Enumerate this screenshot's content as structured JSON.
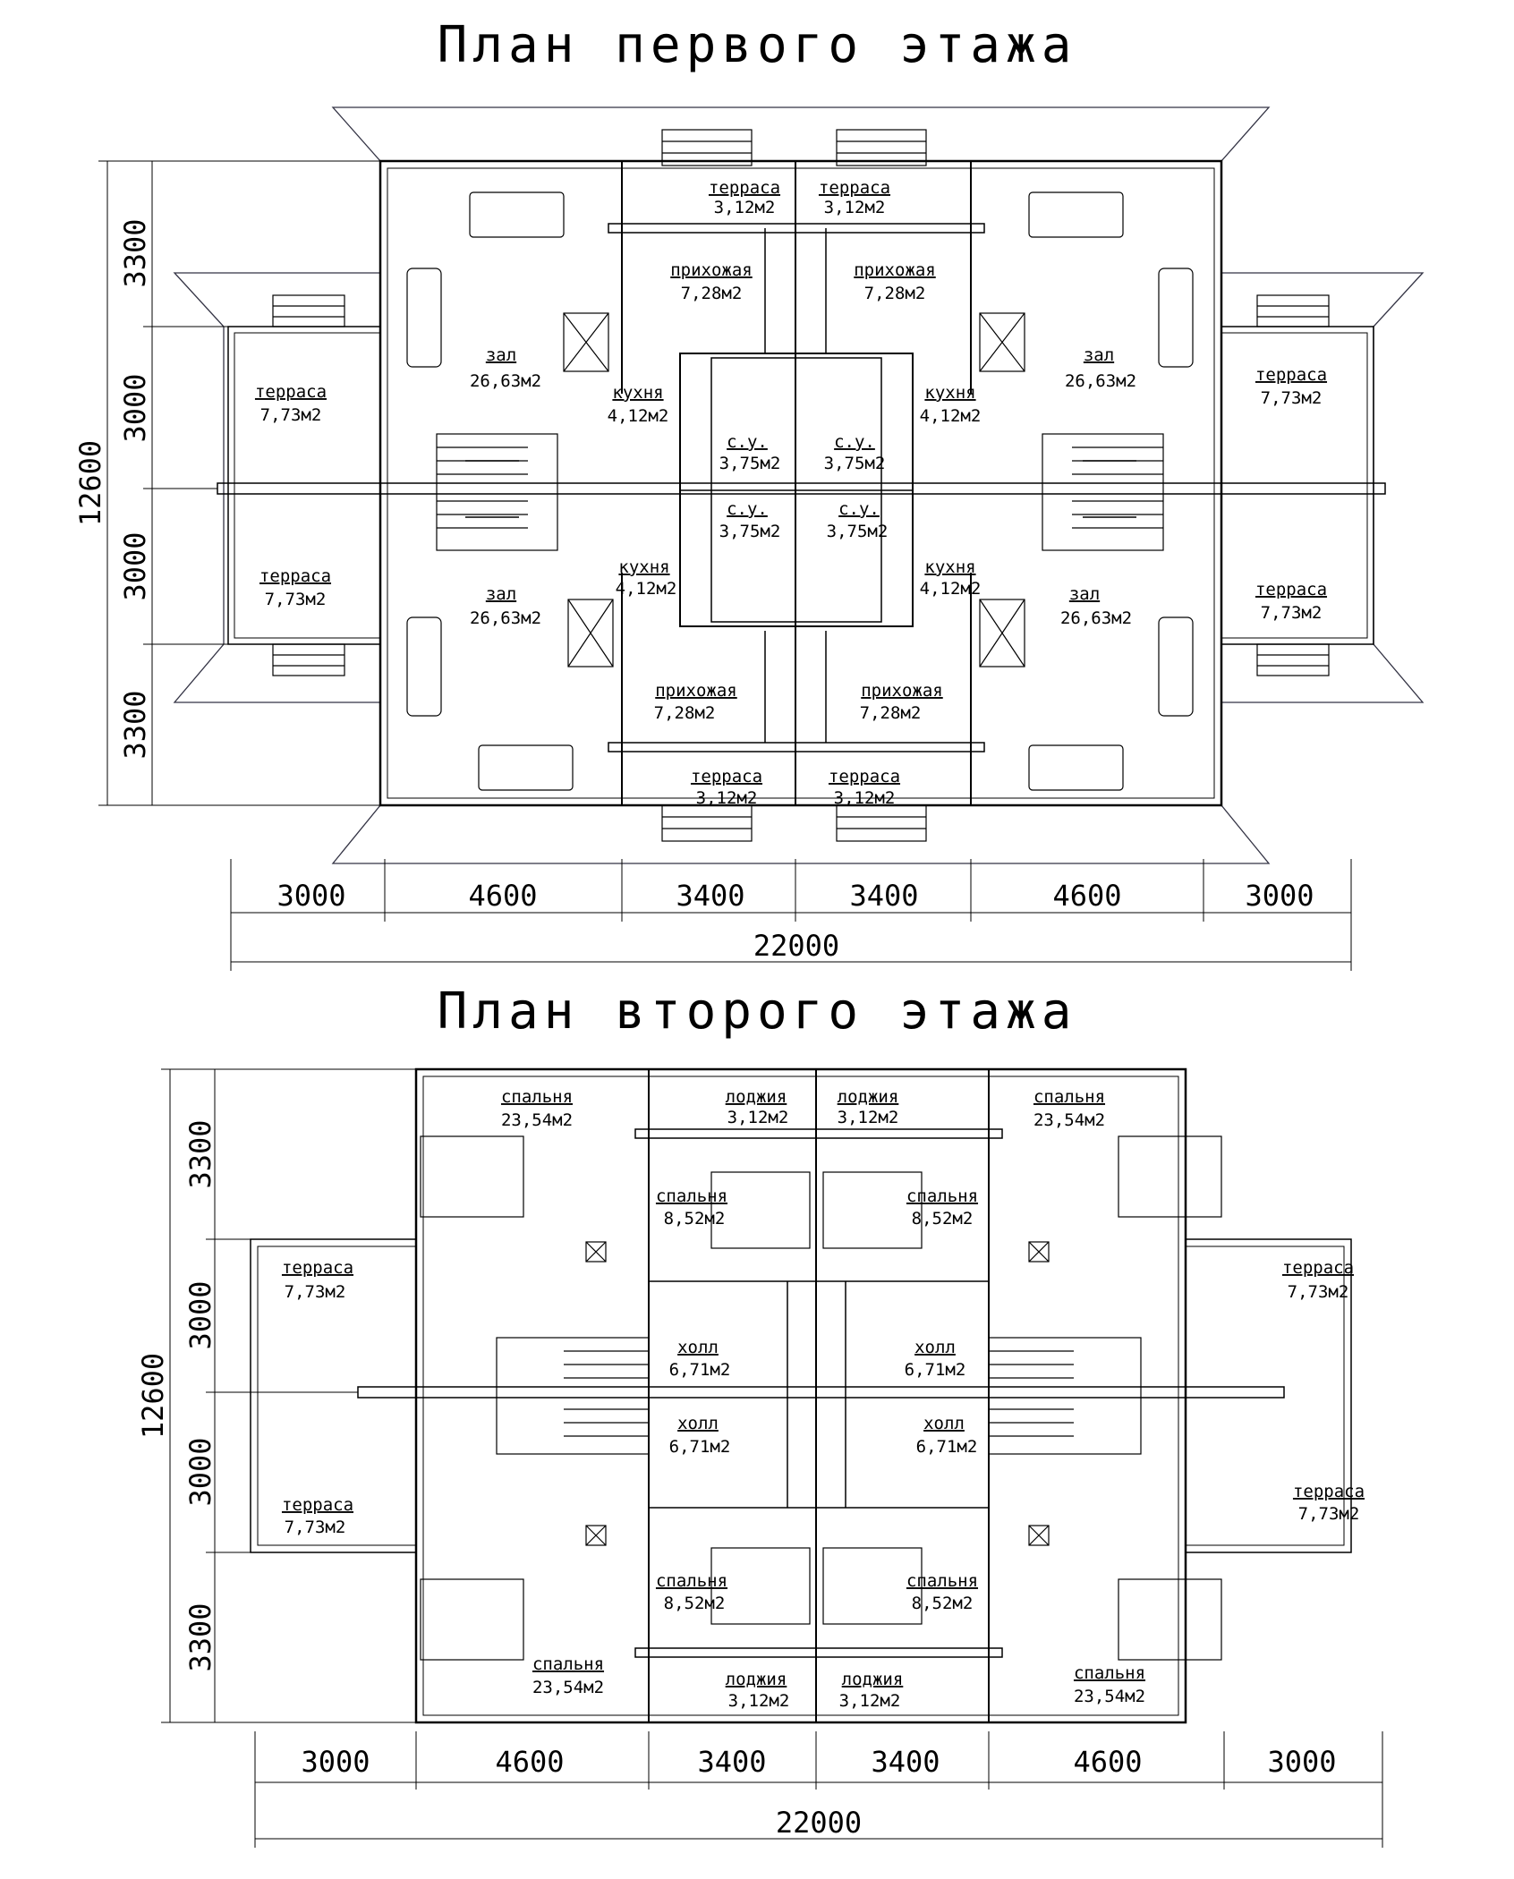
{
  "titles": {
    "first_floor": "План первого этажа",
    "second_floor": "План второго этажа"
  },
  "first_floor": {
    "rooms": [
      {
        "id": "f1-terrace-top-l",
        "name": "терраса",
        "area": "3,12м2"
      },
      {
        "id": "f1-terrace-top-r",
        "name": "терраса",
        "area": "3,12м2"
      },
      {
        "id": "f1-hall-top-l",
        "name": "прихожая",
        "area": "7,28м2"
      },
      {
        "id": "f1-hall-top-r",
        "name": "прихожая",
        "area": "7,28м2"
      },
      {
        "id": "f1-zal-top-l",
        "name": "зал",
        "area": "26,63м2"
      },
      {
        "id": "f1-zal-top-r",
        "name": "зал",
        "area": "26,63м2"
      },
      {
        "id": "f1-terrace-side-tl",
        "name": "терраса",
        "area": "7,73м2"
      },
      {
        "id": "f1-terrace-side-tr",
        "name": "терраса",
        "area": "7,73м2"
      },
      {
        "id": "f1-kitchen-top-l",
        "name": "кухня",
        "area": "4,12м2"
      },
      {
        "id": "f1-kitchen-top-r",
        "name": "кухня",
        "area": "4,12м2"
      },
      {
        "id": "f1-wc-top-l",
        "name": "с.у.",
        "area": "3,75м2"
      },
      {
        "id": "f1-wc-top-r",
        "name": "с.у.",
        "area": "3,75м2"
      },
      {
        "id": "f1-wc-bot-l",
        "name": "с.у.",
        "area": "3,75м2"
      },
      {
        "id": "f1-wc-bot-r",
        "name": "с.у.",
        "area": "3,75м2"
      },
      {
        "id": "f1-kitchen-bot-l",
        "name": "кухня",
        "area": "4,12м2"
      },
      {
        "id": "f1-kitchen-bot-r",
        "name": "кухня",
        "area": "4,12м2"
      },
      {
        "id": "f1-terrace-side-bl",
        "name": "терраса",
        "area": "7,73м2"
      },
      {
        "id": "f1-terrace-side-br",
        "name": "терраса",
        "area": "7,73м2"
      },
      {
        "id": "f1-zal-bot-l",
        "name": "зал",
        "area": "26,63м2"
      },
      {
        "id": "f1-zal-bot-r",
        "name": "зал",
        "area": "26,63м2"
      },
      {
        "id": "f1-hall-bot-l",
        "name": "прихожая",
        "area": "7,28м2"
      },
      {
        "id": "f1-hall-bot-r",
        "name": "прихожая",
        "area": "7,28м2"
      },
      {
        "id": "f1-terrace-bot-l",
        "name": "терраса",
        "area": "3,12м2"
      },
      {
        "id": "f1-terrace-bot-r",
        "name": "терраса",
        "area": "3,12м2"
      }
    ],
    "dims_bottom": [
      "3000",
      "4600",
      "3400",
      "3400",
      "4600",
      "3000"
    ],
    "dim_total": "22000",
    "dims_left": [
      "3300",
      "3000",
      "3000",
      "3300"
    ],
    "dim_height": "12600"
  },
  "second_floor": {
    "rooms": [
      {
        "id": "f2-bed-big-tl",
        "name": "спальня",
        "area": "23,54м2"
      },
      {
        "id": "f2-loggia-tl",
        "name": "лоджия",
        "area": "3,12м2"
      },
      {
        "id": "f2-loggia-tr",
        "name": "лоджия",
        "area": "3,12м2"
      },
      {
        "id": "f2-bed-big-tr",
        "name": "спальня",
        "area": "23,54м2"
      },
      {
        "id": "f2-bed-sm-tl",
        "name": "спальня",
        "area": "8,52м2"
      },
      {
        "id": "f2-bed-sm-tr",
        "name": "спальня",
        "area": "8,52м2"
      },
      {
        "id": "f2-terrace-tl",
        "name": "терраса",
        "area": "7,73м2"
      },
      {
        "id": "f2-terrace-tr",
        "name": "терраса",
        "area": "7,73м2"
      },
      {
        "id": "f2-holl-tl",
        "name": "холл",
        "area": "6,71м2"
      },
      {
        "id": "f2-holl-tr",
        "name": "холл",
        "area": "6,71м2"
      },
      {
        "id": "f2-holl-bl",
        "name": "холл",
        "area": "6,71м2"
      },
      {
        "id": "f2-holl-br",
        "name": "холл",
        "area": "6,71м2"
      },
      {
        "id": "f2-terrace-bl",
        "name": "терраса",
        "area": "7,73м2"
      },
      {
        "id": "f2-terrace-br",
        "name": "терраса",
        "area": "7,73м2"
      },
      {
        "id": "f2-bed-sm-bl",
        "name": "спальня",
        "area": "8,52м2"
      },
      {
        "id": "f2-bed-sm-br",
        "name": "спальня",
        "area": "8,52м2"
      },
      {
        "id": "f2-bed-big-bl",
        "name": "спальня",
        "area": "23,54м2"
      },
      {
        "id": "f2-loggia-bl",
        "name": "лоджия",
        "area": "3,12м2"
      },
      {
        "id": "f2-loggia-br",
        "name": "лоджия",
        "area": "3,12м2"
      },
      {
        "id": "f2-bed-big-br",
        "name": "спальня",
        "area": "23,54м2"
      }
    ],
    "dims_bottom": [
      "3000",
      "4600",
      "3400",
      "3400",
      "4600",
      "3000"
    ],
    "dim_total": "22000",
    "dims_left": [
      "3300",
      "3000",
      "3000",
      "3300"
    ],
    "dim_height": "12600"
  }
}
